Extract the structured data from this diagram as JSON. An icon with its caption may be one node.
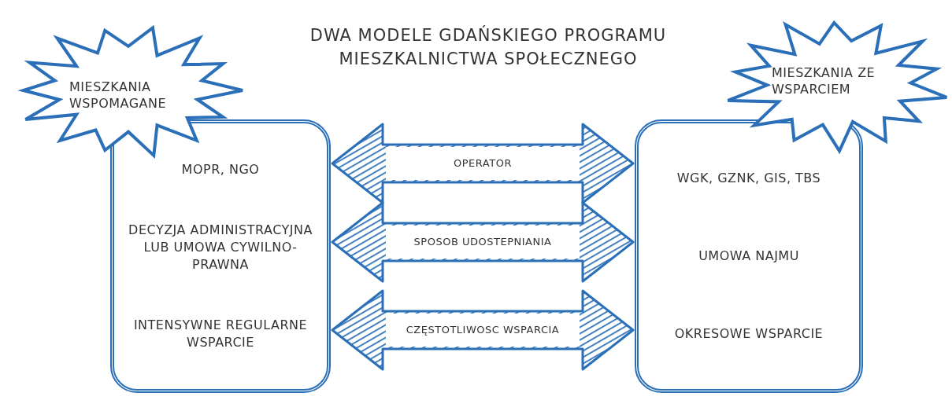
{
  "diagram": {
    "title": "DWA MODELE GDAŃSKIEGO PROGRAMU MIESZKALNICTWA SPOŁECZNEGO",
    "nodes": [
      {
        "text": [
          "MIESZKANIA WSPOMAGANE"
        ]
      },
      {
        "text": [
          "MOPR, NGO",
          "DECYZJA ADMINISTRACYJNA LUB UMOWA CYWILNO-PRAWNA",
          "INTENSYWNE REGULARNE WSPARCIE"
        ]
      },
      {
        "text": [
          "MIESZKANIA ZE WSPARCIEM"
        ]
      },
      {
        "text": [
          "WGK, GZNK, GIS, TBS",
          "UMOWA NAJMU",
          "OKRESOWE WSPARCIE"
        ]
      }
    ],
    "edges": [
      {
        "from": 1,
        "to": 3,
        "arrow": "both",
        "label": "OPERATOR"
      },
      {
        "from": 1,
        "to": 3,
        "arrow": "both",
        "label": "SPOSOB UDOSTEPNIANIA"
      },
      {
        "from": 1,
        "to": 3,
        "arrow": "both",
        "label": "CZĘSTOTLIWOSC WSPARCIA"
      }
    ]
  }
}
